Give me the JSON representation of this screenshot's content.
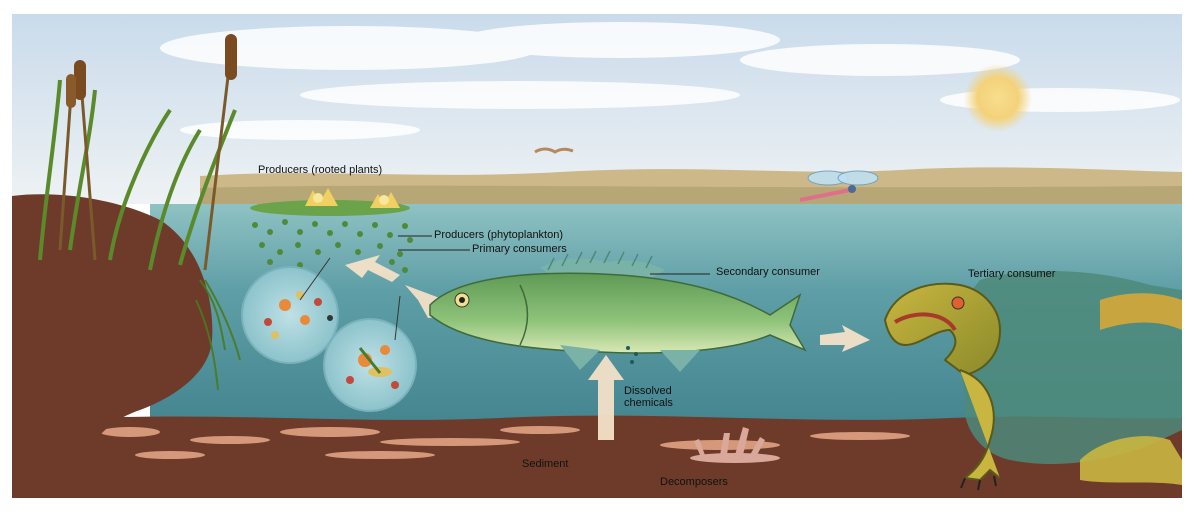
{
  "labels": {
    "producers_rooted": "Producers (rooted plants)",
    "producers_phyto": "Producers (phytoplankton)",
    "primary_consumers": "Primary consumers",
    "secondary_consumer": "Secondary consumer",
    "tertiary_consumer": "Tertiary consumer",
    "dissolved_chemicals": "Dissolved chemicals",
    "sediment": "Sediment",
    "decomposers": "Decomposers"
  },
  "colors": {
    "sky": "#dfe9f3",
    "water": "#5e9ea6",
    "soil": "#6e3b2a",
    "sun": "#f4d27a"
  }
}
